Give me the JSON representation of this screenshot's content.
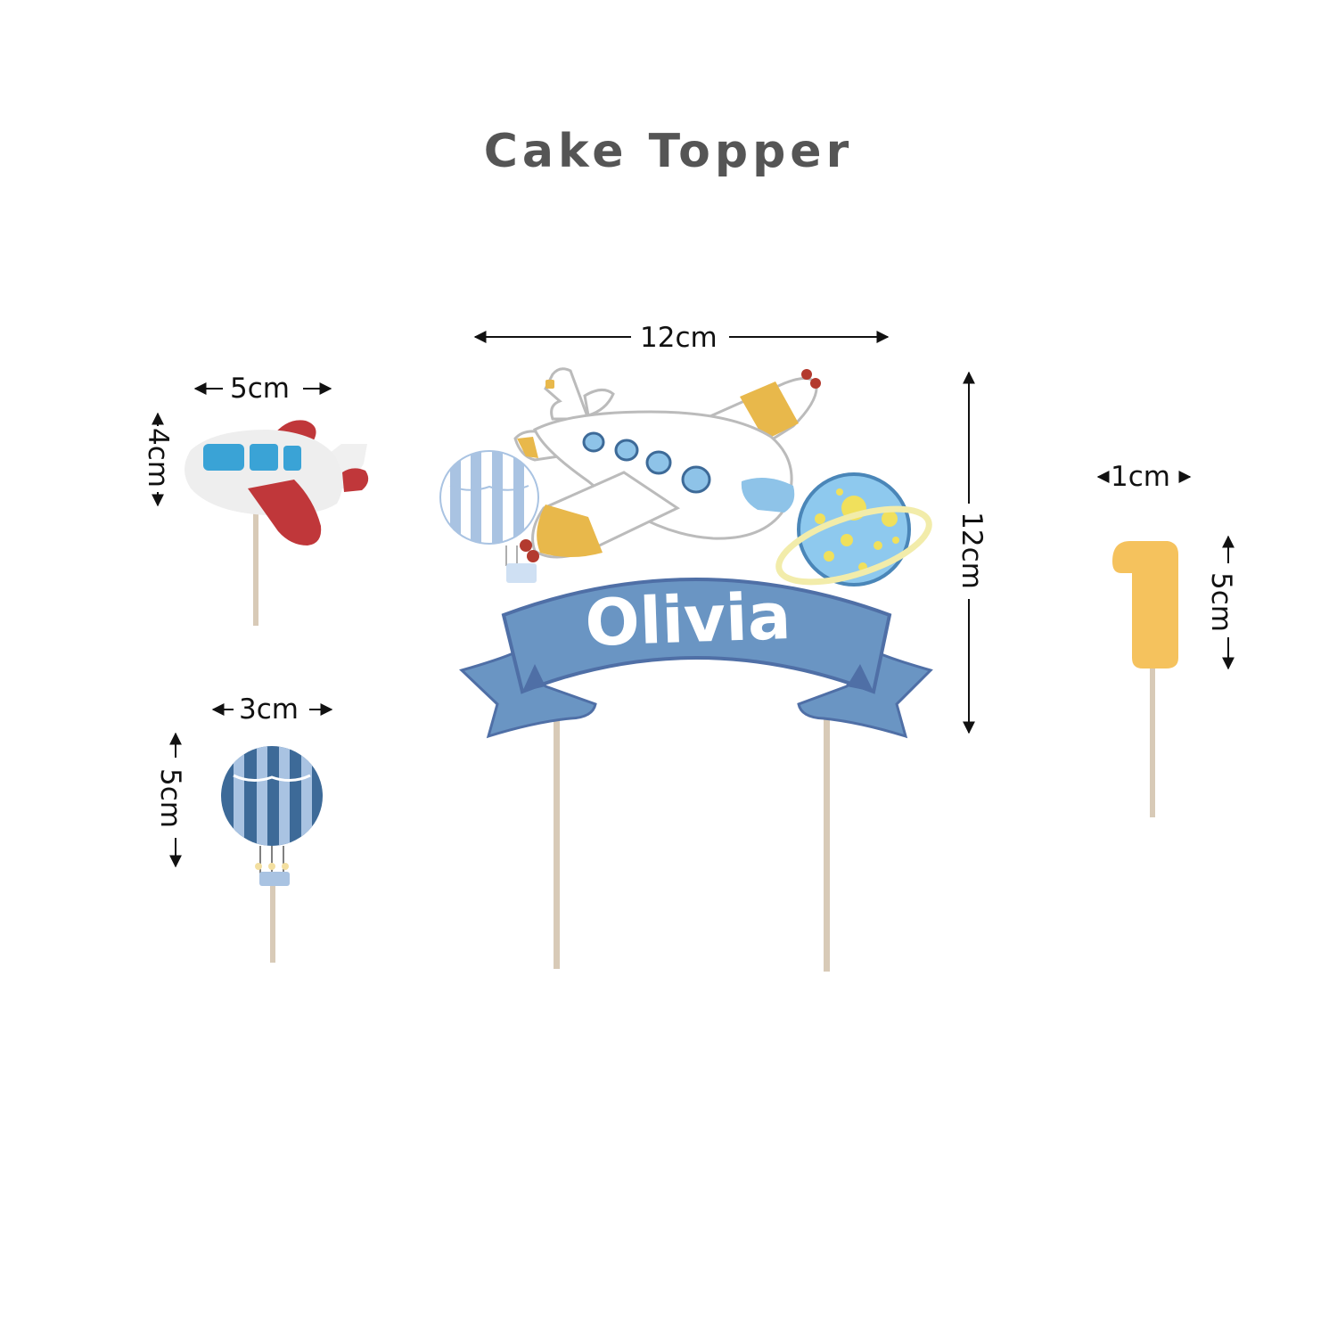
{
  "title": "Cake Topper",
  "colors": {
    "title": "#555555",
    "banner": "#6a95c3",
    "banner_dark": "#4f6fa6",
    "stick": "#d8cab7",
    "number_one": "#f5c25d",
    "plane_red": "#c0373a",
    "plane_window": "#3aa3d6",
    "yellow_stripe": "#e8b84b",
    "balloon_dark": "#3d6a98",
    "balloon_light": "#a9c3e2"
  },
  "main_topper": {
    "name": "Olivia",
    "width_label": "12cm",
    "height_label": "12cm"
  },
  "small_plane": {
    "width_label": "5cm",
    "height_label": "4cm"
  },
  "small_balloon": {
    "width_label": "3cm",
    "height_label": "5cm"
  },
  "number_topper": {
    "value": "1",
    "width_label": "1cm",
    "height_label": "5cm"
  }
}
